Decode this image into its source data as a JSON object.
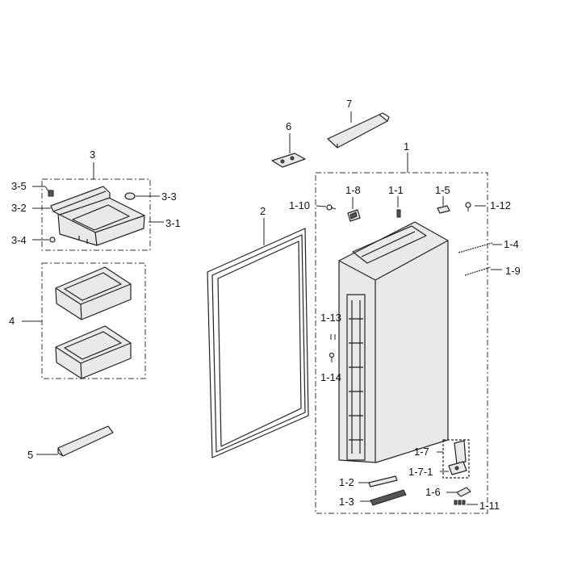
{
  "labels": {
    "p1": "1",
    "p1_1": "1-1",
    "p1_2": "1-2",
    "p1_3": "1-3",
    "p1_4": "1-4",
    "p1_5": "1-5",
    "p1_6": "1-6",
    "p1_7": "1-7",
    "p1_7_1": "1-7-1",
    "p1_8": "1-8",
    "p1_9": "1-9",
    "p1_10": "1-10",
    "p1_11": "1-11",
    "p1_12": "1-12",
    "p1_13": "1-13",
    "p1_14": "1-14",
    "p2": "2",
    "p3": "3",
    "p3_1": "3-1",
    "p3_2": "3-2",
    "p3_3": "3-3",
    "p3_4": "3-4",
    "p3_5": "3-5",
    "p4": "4",
    "p5": "5",
    "p6": "6",
    "p7": "7"
  }
}
